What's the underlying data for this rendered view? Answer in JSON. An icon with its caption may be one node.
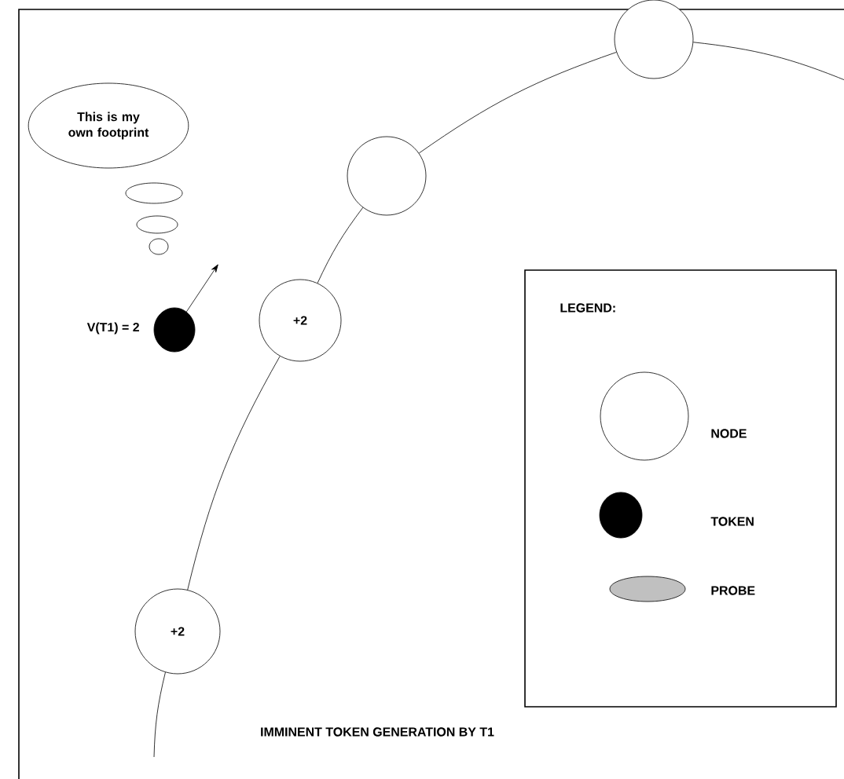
{
  "diagram": {
    "caption": "IMMINENT TOKEN GENERATION BY T1",
    "nodes": [
      {
        "text": [
          "This is my own footprint"
        ]
      },
      {
        "text": [],
        "shape": "circle"
      },
      {
        "text": [],
        "shape": "circle"
      },
      {
        "text": [],
        "shape": "circle",
        "beside": [
          "V(T1) = 2"
        ]
      },
      {
        "text": [
          "+2"
        ]
      },
      {
        "text": [
          "+2"
        ]
      }
    ],
    "edges": [
      {
        "from": null,
        "to": 5,
        "arrow": "none"
      },
      {
        "from": 5,
        "to": 4,
        "arrow": "none"
      },
      {
        "from": 4,
        "to": 2,
        "arrow": "none"
      },
      {
        "from": 2,
        "to": 1,
        "arrow": "none"
      },
      {
        "from": 1,
        "to": null,
        "arrow": "none"
      },
      {
        "from": 3,
        "to": null,
        "arrow": "to"
      }
    ],
    "labels": [
      "LEGEND:"
    ],
    "legend": [
      {
        "text": "NODE"
      },
      {
        "text": "TOKEN",
        "color": "#000000"
      },
      {
        "text": "PROBE",
        "color": "#c0c0c0"
      }
    ]
  }
}
